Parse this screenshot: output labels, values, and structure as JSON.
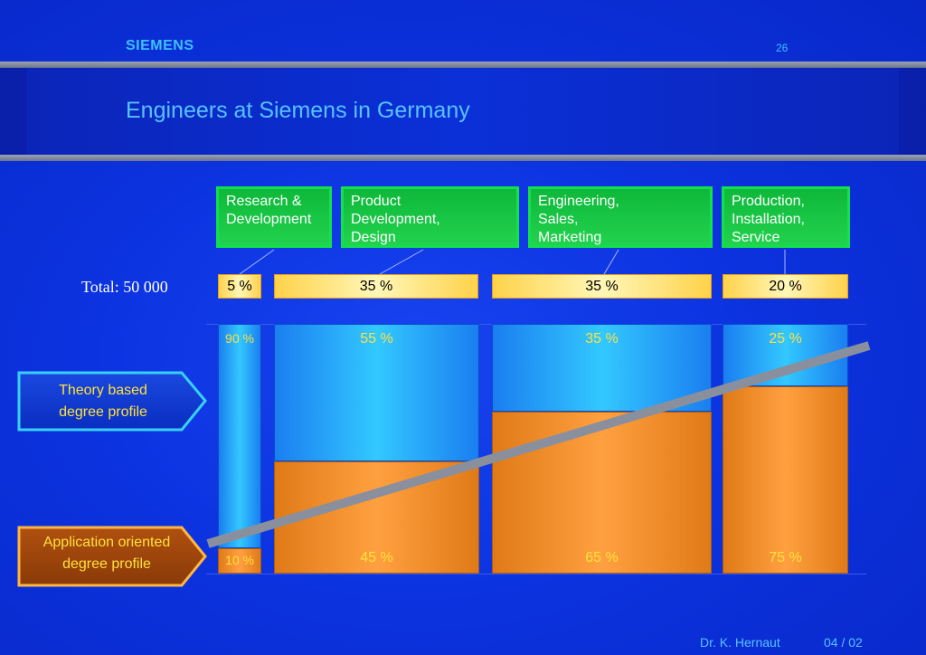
{
  "header": {
    "logo": "SIEMENS",
    "page_number": "26",
    "title": "Engineers at Siemens in Germany"
  },
  "total_label": "Total: 50 000",
  "arrows": {
    "theory": "Theory based\ndegree profile",
    "application": "Application oriented\ndegree  profile"
  },
  "footer": {
    "author": "Dr. K. Hernaut",
    "date": "04 / 02"
  },
  "colors": {
    "theory_blue": "#33c8ff",
    "application_orange": "#ffa040",
    "category_green": "#22d24e",
    "share_yellow": "#ffe36a"
  },
  "chart_data": {
    "type": "bar",
    "stacked": true,
    "categories": [
      "Research &\nDevelopment",
      "Product\nDevelopment,\nDesign",
      "Engineering,\nSales,\nMarketing",
      "Production,\nInstallation,\nService"
    ],
    "shares": [
      5,
      35,
      35,
      20
    ],
    "share_labels": [
      "5 %",
      "35 %",
      "35 %",
      "20 %"
    ],
    "series": [
      {
        "values": [
          90,
          55,
          35,
          25
        ],
        "labels": [
          "90 %",
          "55 %",
          "35 %",
          "25 %"
        ]
      },
      {
        "values": [
          10,
          45,
          65,
          75
        ],
        "labels": [
          "10 %",
          "45 %",
          "65 %",
          "75 %"
        ]
      }
    ],
    "ylim": [
      0,
      100
    ],
    "trend_line": true
  }
}
